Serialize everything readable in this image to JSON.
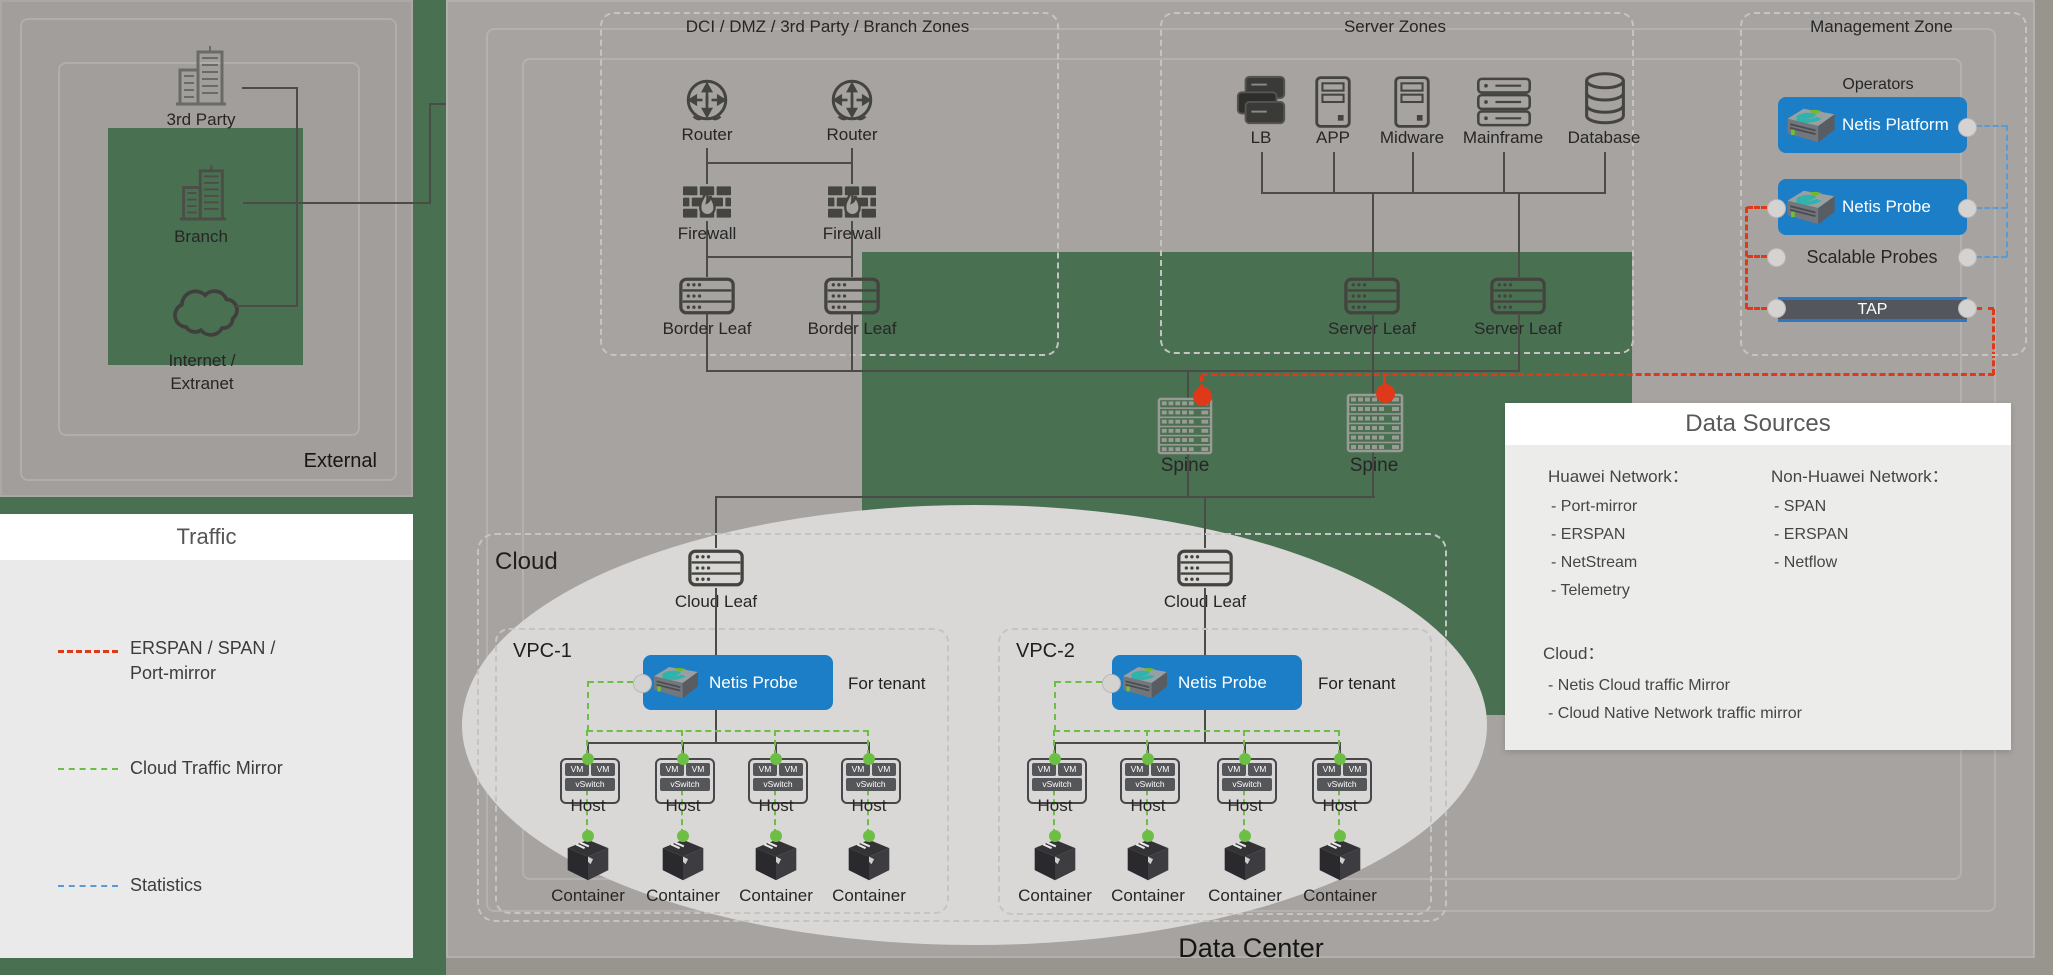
{
  "external": {
    "title": "External",
    "third_party": "3rd Party",
    "branch": "Branch",
    "internet_line1": "Internet /",
    "internet_line2": "Extranet"
  },
  "legend": {
    "title": "Traffic",
    "item1_line1": "ERSPAN / SPAN /",
    "item1_line2": "Port-mirror",
    "item2": "Cloud Traffic Mirror",
    "item3": "Statistics"
  },
  "zones": {
    "dci": {
      "title": "DCI / DMZ / 3rd Party / Branch Zones",
      "router": "Router",
      "firewall": "Firewall",
      "border_leaf": "Border Leaf"
    },
    "server": {
      "title": "Server Zones",
      "devices": [
        "LB",
        "APP",
        "Midware",
        "Mainframe",
        "Database"
      ],
      "server_leaf": "Server Leaf"
    },
    "management": {
      "title": "Management Zone",
      "operators": "Operators",
      "platform": "Netis Platform",
      "probe": "Netis Probe",
      "scalable": "Scalable Probes",
      "tap": "TAP"
    }
  },
  "fabric": {
    "spine": "Spine",
    "cloud_leaf": "Cloud Leaf"
  },
  "cloud": {
    "title": "Cloud",
    "vpc1": "VPC-1",
    "vpc2": "VPC-2",
    "probe": "Netis Probe",
    "for_tenant": "For tenant",
    "host": "Host",
    "container": "Container",
    "vm": "VM",
    "vswitch": "vSwitch"
  },
  "datacenter_label": "Data Center",
  "data_sources": {
    "title": "Data Sources",
    "col1_header": "Huawei Network：",
    "col1_items": [
      "- Port-mirror",
      "- ERSPAN",
      "- NetStream",
      "- Telemetry"
    ],
    "col2_header": "Non-Huawei Network：",
    "col2_items": [
      "- SPAN",
      "- ERSPAN",
      "- Netflow"
    ],
    "cloud_header": "Cloud：",
    "cloud_items": [
      "- Netis Cloud traffic Mirror",
      "- Cloud Native Network traffic mirror"
    ]
  },
  "colors": {
    "green_band": "#4a7052",
    "blue_box": "#1b7ec6",
    "erspan_red": "#e0391a",
    "mirror_green": "#6cbf44",
    "statistics_blue": "#5b9bd5"
  }
}
